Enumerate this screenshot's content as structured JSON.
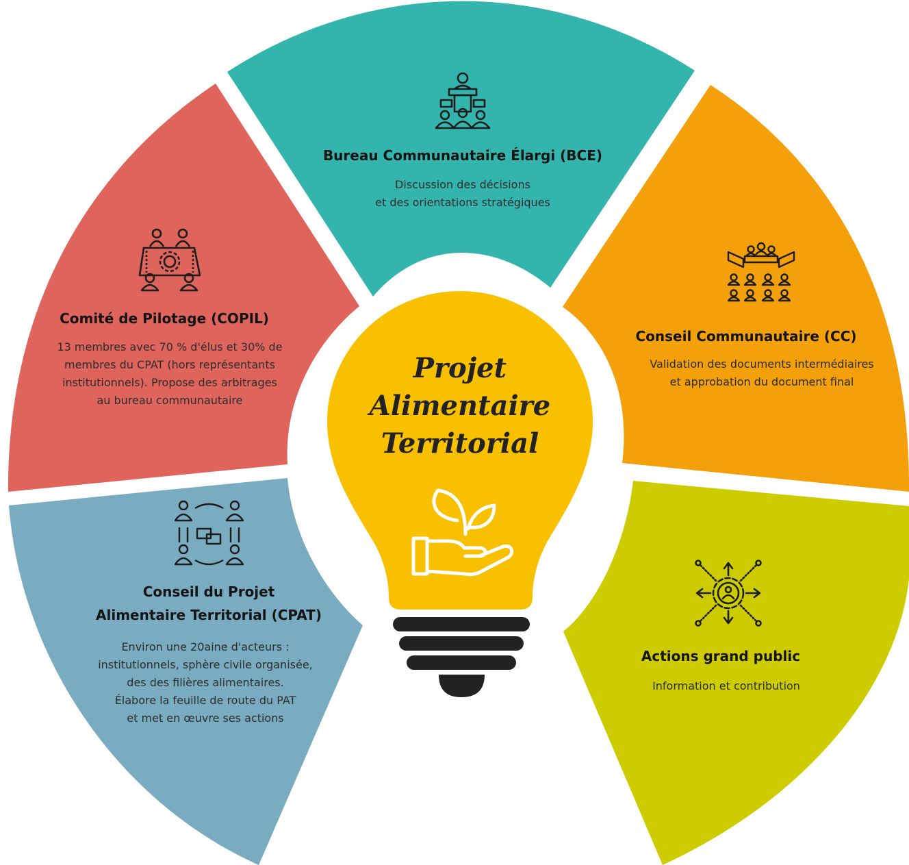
{
  "center": {
    "title": "Projet\nAlimentaire\nTerritorial",
    "bulb_color": "#F9C000",
    "base_color": "#222222",
    "icon": "plant-in-hand-icon"
  },
  "segments": {
    "bce": {
      "title": "Bureau Communautaire Élargi (BCE)",
      "description": "Discussion des décisions\net des orientations stratégiques",
      "color": "#33B5AE",
      "icon": "podium-meeting-icon"
    },
    "cc": {
      "title": "Conseil Communautaire (CC)",
      "description": "Validation des documents intermédiaires\net approbation du document final",
      "color": "#F3A00A",
      "icon": "council-assembly-icon"
    },
    "public": {
      "title": "Actions grand public",
      "description": "Information et contribution",
      "color": "#CDCC00",
      "icon": "network-gear-icon"
    },
    "cpat": {
      "title": "Conseil du Projet\nAlimentaire Territorial (CPAT)",
      "description": "Environ une 20aine d'acteurs :\ninstitutionnels, sphère civile organisée,\ndes des filières alimentaires.\nÉlabore la feuille de route du PAT\net met en œuvre ses actions",
      "color": "#79ACC1",
      "icon": "discussion-group-icon"
    },
    "copil": {
      "title": "Comité de Pilotage (COPIL)",
      "description": "13 membres avec 70 % d'élus et 30% de\nmembres du CPAT (hors représentants\ninstitutionnels). Propose des arbitrages\nau bureau communautaire",
      "color": "#DF645B",
      "icon": "table-meeting-gear-icon"
    }
  }
}
